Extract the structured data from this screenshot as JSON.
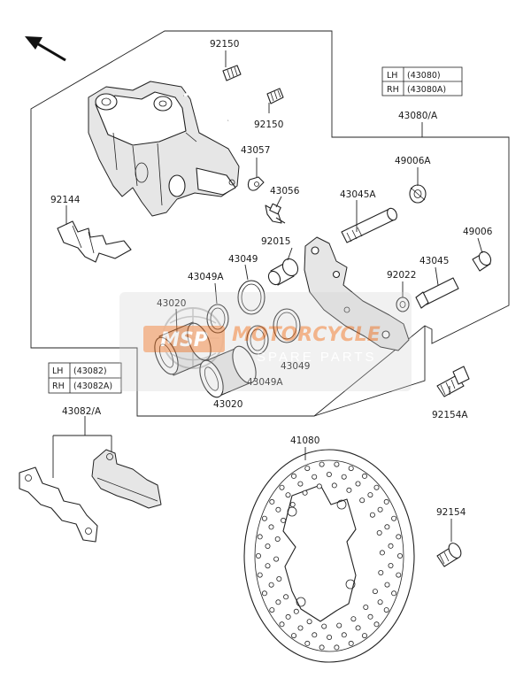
{
  "parts": [
    {
      "id": "92150-top",
      "label": "92150"
    },
    {
      "id": "92150-mid",
      "label": "92150"
    },
    {
      "id": "43057",
      "label": "43057"
    },
    {
      "id": "43056",
      "label": "43056"
    },
    {
      "id": "92144",
      "label": "92144"
    },
    {
      "id": "43049-top",
      "label": "43049"
    },
    {
      "id": "43049a-top",
      "label": "43049A"
    },
    {
      "id": "43020-top",
      "label": "43020"
    },
    {
      "id": "43049-bottom",
      "label": "43049"
    },
    {
      "id": "43049a-bottom",
      "label": "43049A"
    },
    {
      "id": "43020-bottom",
      "label": "43020"
    },
    {
      "id": "92015",
      "label": "92015"
    },
    {
      "id": "43045a",
      "label": "43045A"
    },
    {
      "id": "49006a",
      "label": "49006A"
    },
    {
      "id": "49006",
      "label": "49006"
    },
    {
      "id": "92022",
      "label": "92022"
    },
    {
      "id": "43045",
      "label": "43045"
    },
    {
      "id": "43080a",
      "label": "43080/A"
    },
    {
      "id": "92154a",
      "label": "92154A"
    },
    {
      "id": "43082a",
      "label": "43082/A"
    },
    {
      "id": "41080",
      "label": "41080"
    },
    {
      "id": "92154",
      "label": "92154"
    }
  ],
  "tables": {
    "bracket": {
      "rows": [
        {
          "side": "LH",
          "code": "(43080)"
        },
        {
          "side": "RH",
          "code": "(43080A)"
        }
      ]
    },
    "pads": {
      "rows": [
        {
          "side": "LH",
          "code": "(43082)"
        },
        {
          "side": "RH",
          "code": "(43082A)"
        }
      ]
    }
  },
  "watermark": {
    "logo": "MSP",
    "line1": "MOTORCYCLE",
    "line2": "SPARE PARTS",
    "color": "#e8772e"
  },
  "icons": {
    "front_direction": "arrow-up-left-icon"
  }
}
